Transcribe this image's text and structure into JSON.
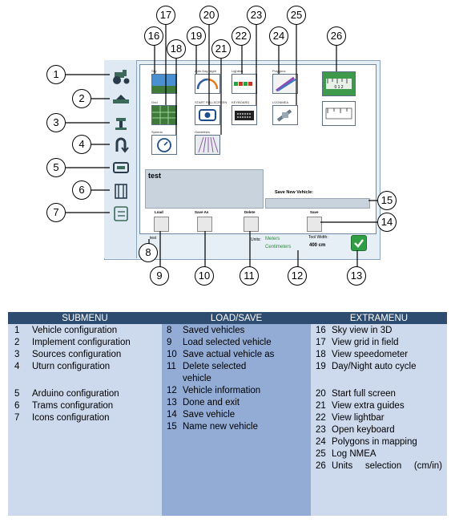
{
  "screen": {
    "info_text": "test",
    "save_new_label": "Save New Vehicle:",
    "actions": {
      "load": "Load",
      "save_as": "Save As",
      "delete": "Delete",
      "save": "Save"
    },
    "vehicle_name": "test",
    "units_label": "Units:",
    "units_value1": "Meters",
    "units_value2": "Centimeters",
    "tool_width_label": "Tool Width:",
    "tool_width_value": "400 cm",
    "tile_labels": {
      "sky": "Sky",
      "auto_day_night": "Auto Day Night",
      "lightbar": "Lightbar",
      "polygons": "Polygons",
      "grid": "Grid",
      "start_fullscreen": "START FULLSCREEN",
      "keyboard": "KEYBOARD",
      "log_nmea": "LOGNMEA",
      "speedo": "Speedo",
      "guidelines": "Guidelines"
    },
    "units_ruler_text": "0 1 2"
  },
  "callouts": [
    "1",
    "2",
    "3",
    "4",
    "5",
    "6",
    "7",
    "8",
    "9",
    "10",
    "11",
    "12",
    "13",
    "14",
    "15",
    "16",
    "17",
    "18",
    "19",
    "20",
    "21",
    "22",
    "23",
    "24",
    "25",
    "26"
  ],
  "legend": {
    "headers": [
      "SUBMENU",
      "LOAD/SAVE",
      "EXTRAMENU"
    ],
    "submenu": [
      {
        "n": "1",
        "label": "Vehicle configuration"
      },
      {
        "n": "2",
        "label": "Implement configuration"
      },
      {
        "n": "3",
        "label": "Sources configuration"
      },
      {
        "n": "4",
        "label": "Uturn configuration"
      },
      {
        "n": "5",
        "label": "Arduino configuration"
      },
      {
        "n": "6",
        "label": "Trams configuration"
      },
      {
        "n": "7",
        "label": "Icons configuration"
      }
    ],
    "loadsave": [
      {
        "n": "8",
        "label": "Saved vehicles"
      },
      {
        "n": "9",
        "label": "Load selected vehicle"
      },
      {
        "n": "10",
        "label": "Save actual vehicle as"
      },
      {
        "n": "11",
        "label": "Delete selected vehicle"
      },
      {
        "n": "12",
        "label": "Vehicle information"
      },
      {
        "n": "13",
        "label": "Done and exit"
      },
      {
        "n": "14",
        "label": "Save vehicle"
      },
      {
        "n": "15",
        "label": "Name new vehicle"
      }
    ],
    "extramenu": [
      {
        "n": "16",
        "label": "Sky view in 3D"
      },
      {
        "n": "17",
        "label": "View grid in field"
      },
      {
        "n": "18",
        "label": "View speedometer"
      },
      {
        "n": "19",
        "label": "Day/Night auto cycle"
      },
      {
        "n": "20",
        "label": "Start full screen"
      },
      {
        "n": "21",
        "label": "View extra guides"
      },
      {
        "n": "22",
        "label": "View lightbar"
      },
      {
        "n": "23",
        "label": "Open keyboard"
      },
      {
        "n": "24",
        "label": "Polygons in mapping"
      },
      {
        "n": "25",
        "label": "Log NMEA"
      },
      {
        "n": "26",
        "label": "Units selection (cm/in)"
      }
    ]
  }
}
